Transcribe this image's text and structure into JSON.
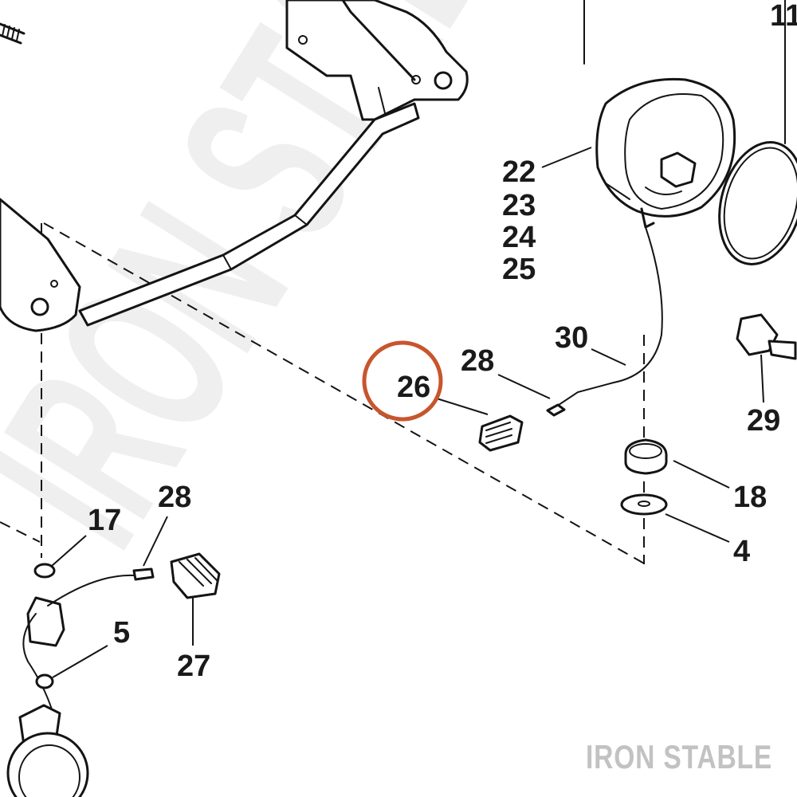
{
  "watermark": {
    "diagonal_text": "IRON STABLE",
    "brand_text": "IRON STABLE"
  },
  "highlight": {
    "part": "26",
    "ring_color": "#c8552d"
  },
  "callouts": {
    "p11": "11",
    "p22": "22",
    "p23": "23",
    "p24": "24",
    "p25": "25",
    "p30": "30",
    "p28_top": "28",
    "p26": "26",
    "p29": "29",
    "p18": "18",
    "p4": "4",
    "p17": "17",
    "p28_bottom": "28",
    "p5": "5",
    "p27": "27"
  }
}
